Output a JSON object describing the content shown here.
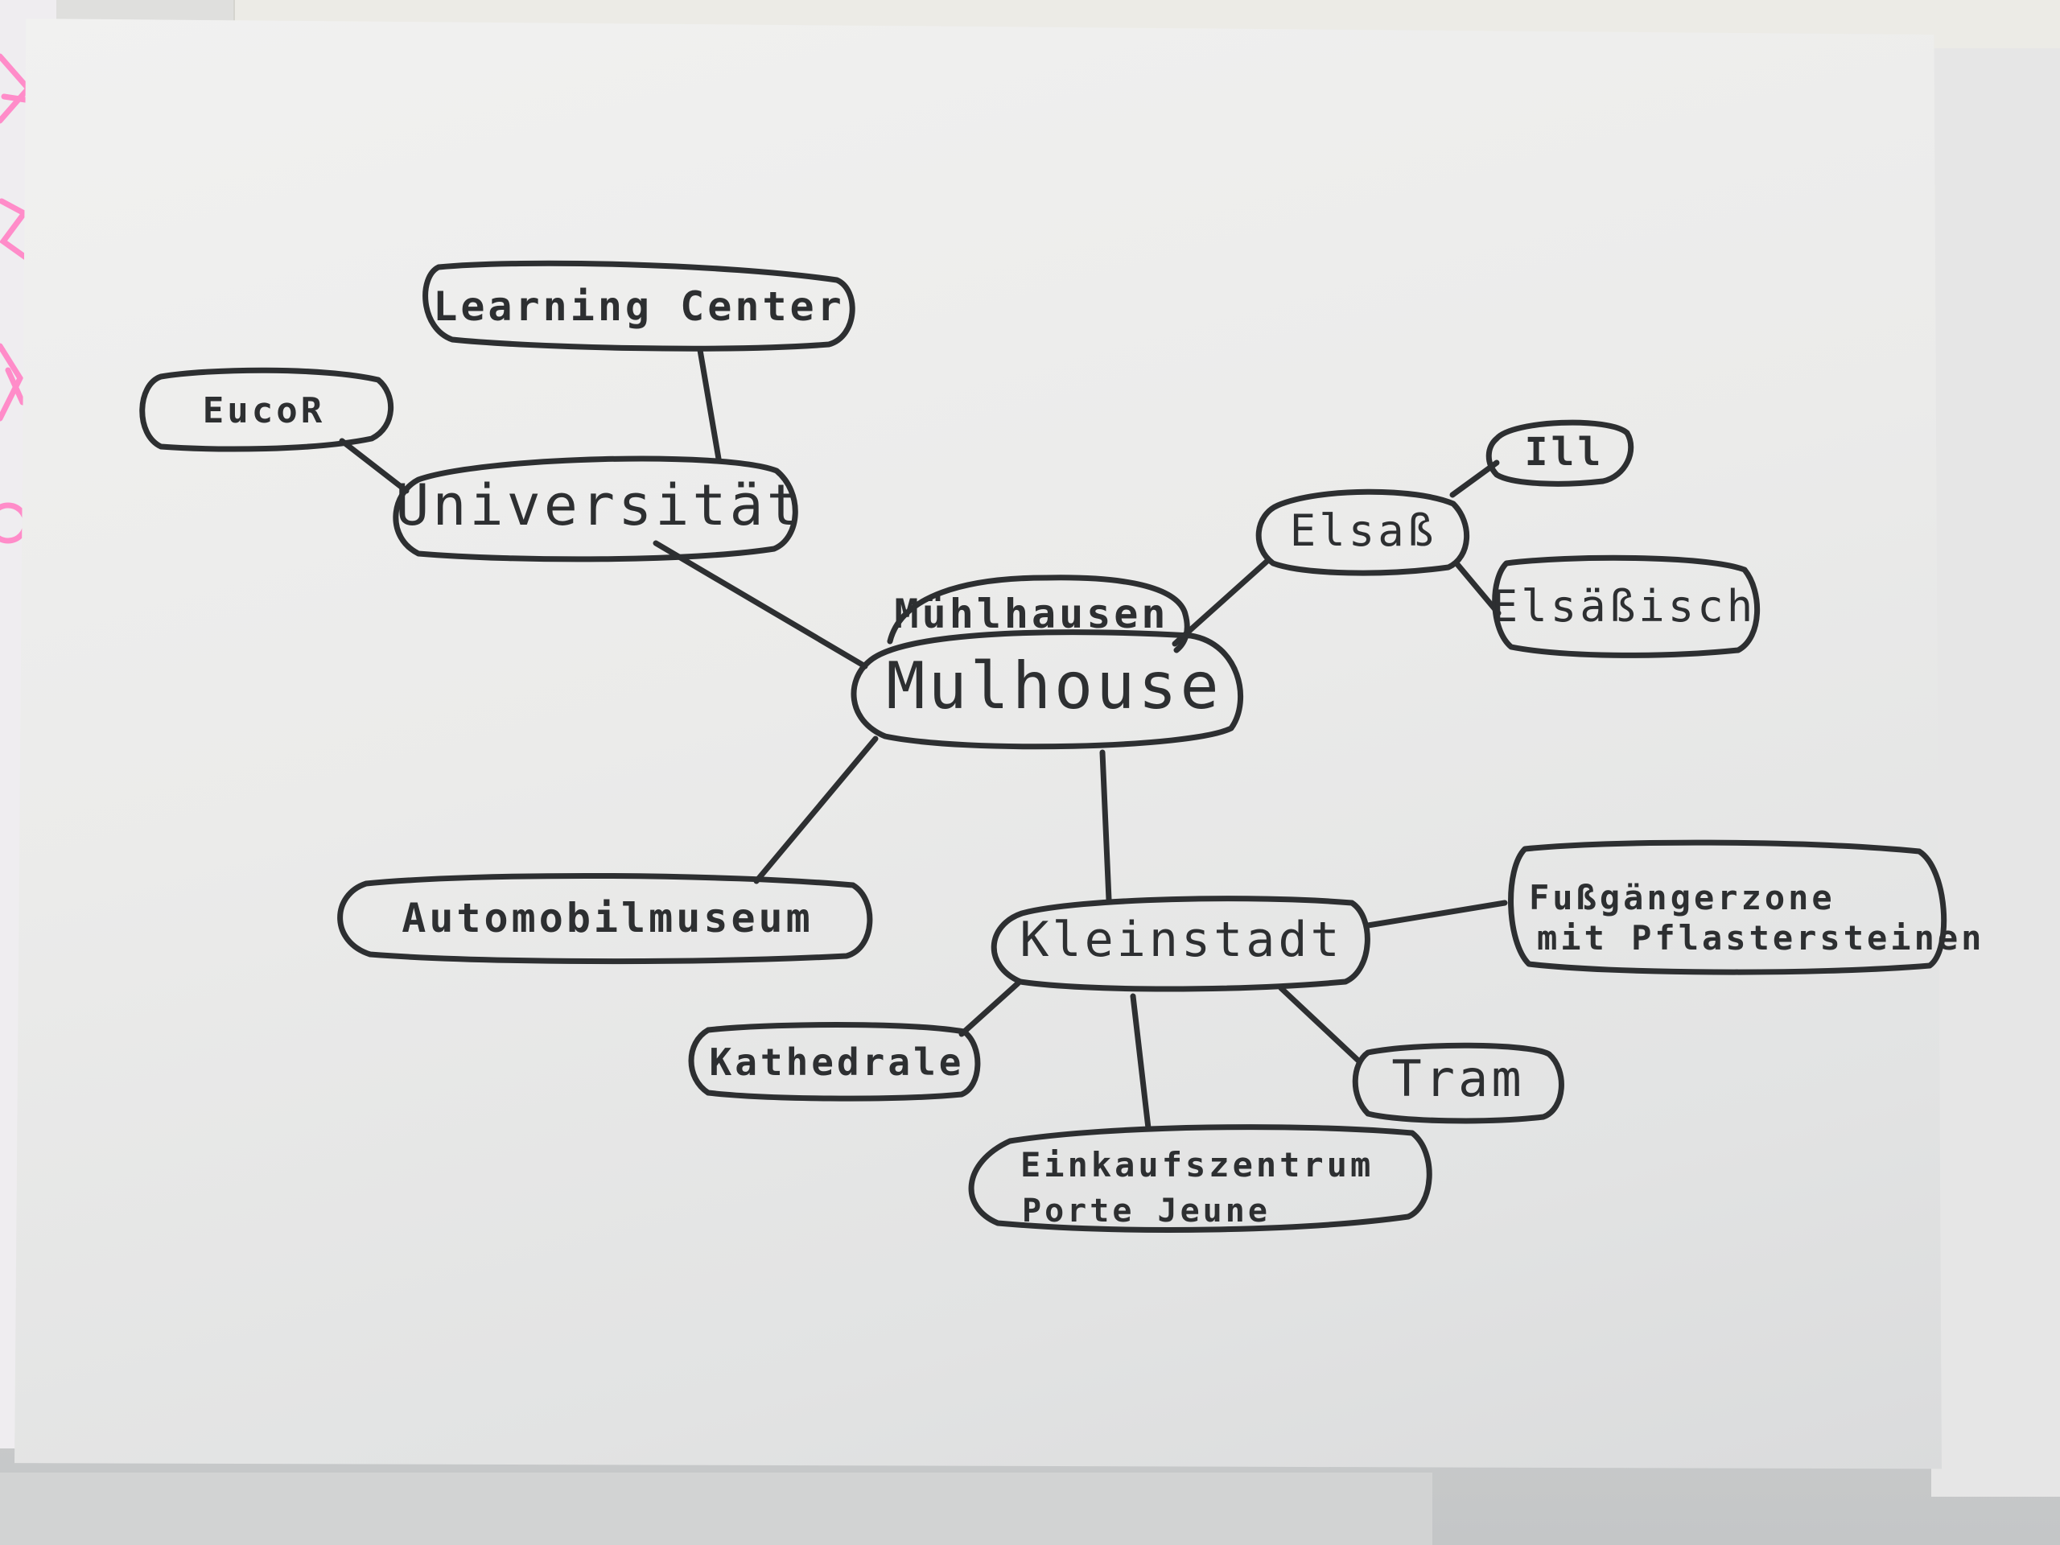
{
  "colors": {
    "ink": "#2d2f31",
    "paper": "#ededec",
    "pink_marker": "#ff7fc4"
  },
  "nodes": {
    "center": "Mulhouse",
    "muehlhausen": "Mühlhausen",
    "universitaet": "Universität",
    "learning_center": "Learning Center",
    "eucor": "EucoR",
    "elsass": "Elsaß",
    "ill": "Ill",
    "elsaessisch": "Elsäßisch",
    "automobilmuseum": "Automobilmuseum",
    "kleinstadt": "Kleinstadt",
    "fussgaengerzone": [
      "Fußgängerzone",
      "mit Pflastersteinen"
    ],
    "kathedrale": "Kathedrale",
    "tram": "Tram",
    "einkaufszentrum": [
      "Einkaufszentrum",
      "Porte Jeune"
    ]
  }
}
